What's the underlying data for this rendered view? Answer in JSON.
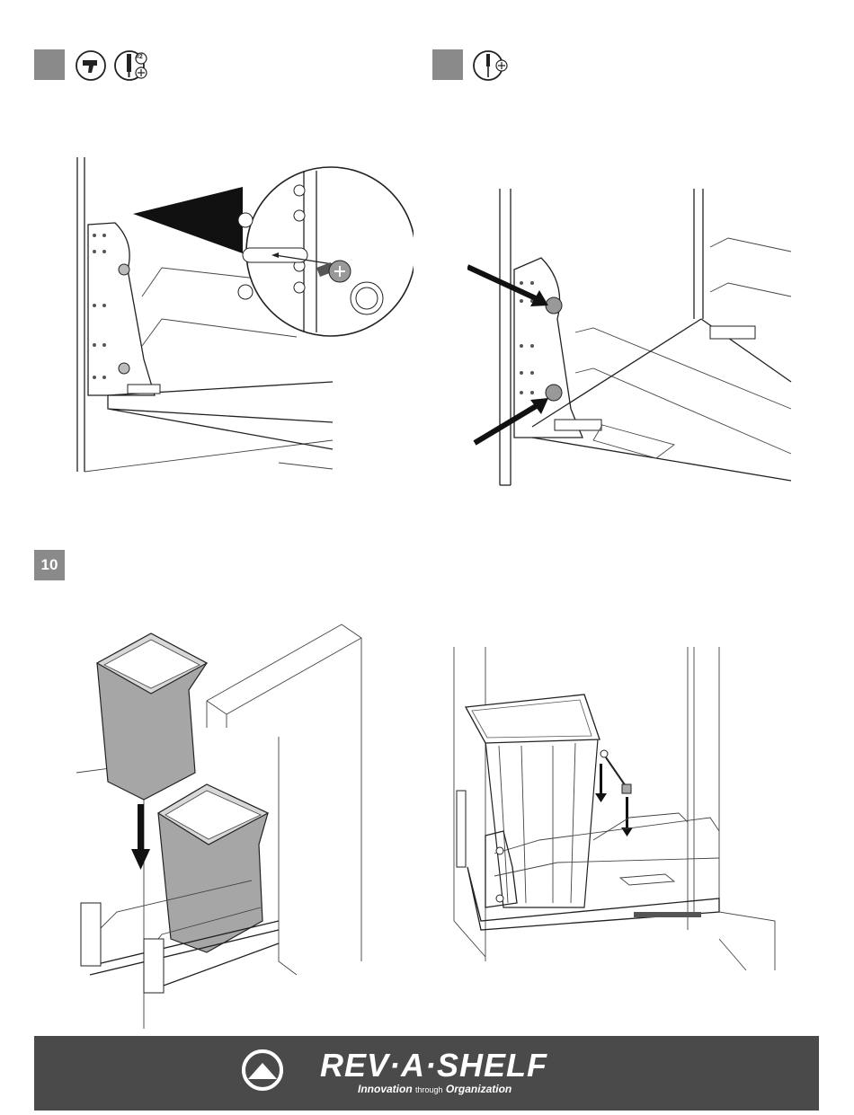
{
  "steps": {
    "step_a": {
      "number": ""
    },
    "step_b": {
      "number": ""
    },
    "step_10": {
      "number": "10"
    }
  },
  "tools": {
    "step_a": [
      "drill-icon",
      "phillips-bit-2-icon"
    ],
    "step_b": [
      "phillips-screwdriver-icon"
    ],
    "bit_label": "#2"
  },
  "footer": {
    "brand": "REV·A·SHELF",
    "tagline_1": "Innovation",
    "tagline_2": "through",
    "tagline_3": "Organization"
  },
  "colors": {
    "step_box": "#8a8a8a",
    "footer_bg": "#4a4a4a",
    "bin_fill": "#a6a6a6"
  }
}
